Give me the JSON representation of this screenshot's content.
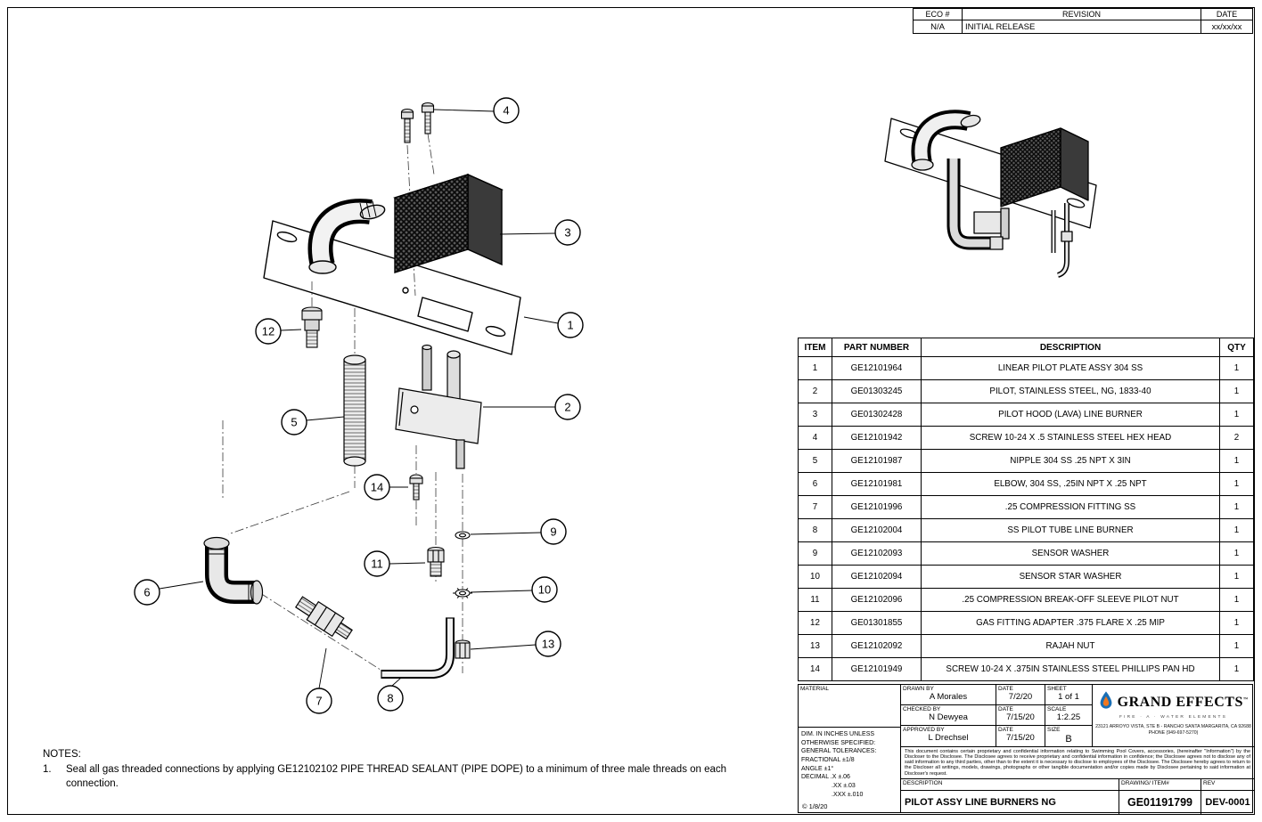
{
  "revision_table": {
    "headers": {
      "eco": "ECO #",
      "revision": "REVISION",
      "date": "DATE"
    },
    "row": {
      "eco": "N/A",
      "revision": "INITIAL RELEASE",
      "date": "xx/xx/xx"
    }
  },
  "parts_table": {
    "headers": {
      "item": "ITEM",
      "part_number": "PART NUMBER",
      "description": "DESCRIPTION",
      "qty": "QTY"
    },
    "rows": [
      {
        "item": "1",
        "part_number": "GE12101964",
        "description": "LINEAR PILOT PLATE ASSY 304 SS",
        "qty": "1"
      },
      {
        "item": "2",
        "part_number": "GE01303245",
        "description": "PILOT, STAINLESS STEEL, NG, 1833-40",
        "qty": "1"
      },
      {
        "item": "3",
        "part_number": "GE01302428",
        "description": "PILOT HOOD (LAVA) LINE BURNER",
        "qty": "1"
      },
      {
        "item": "4",
        "part_number": "GE12101942",
        "description": "SCREW 10-24 X .5 STAINLESS STEEL HEX HEAD",
        "qty": "2"
      },
      {
        "item": "5",
        "part_number": "GE12101987",
        "description": "NIPPLE 304 SS .25 NPT X 3IN",
        "qty": "1"
      },
      {
        "item": "6",
        "part_number": "GE12101981",
        "description": "ELBOW, 304 SS, .25IN NPT X .25 NPT",
        "qty": "1"
      },
      {
        "item": "7",
        "part_number": "GE12101996",
        "description": ".25 COMPRESSION FITTING SS",
        "qty": "1"
      },
      {
        "item": "8",
        "part_number": "GE12102004",
        "description": "SS PILOT TUBE LINE BURNER",
        "qty": "1"
      },
      {
        "item": "9",
        "part_number": "GE12102093",
        "description": "SENSOR WASHER",
        "qty": "1"
      },
      {
        "item": "10",
        "part_number": "GE12102094",
        "description": "SENSOR STAR WASHER",
        "qty": "1"
      },
      {
        "item": "11",
        "part_number": "GE12102096",
        "description": ".25 COMPRESSION BREAK-OFF SLEEVE PILOT NUT",
        "qty": "1"
      },
      {
        "item": "12",
        "part_number": "GE01301855",
        "description": "GAS FITTING ADAPTER .375 FLARE X .25 MIP",
        "qty": "1"
      },
      {
        "item": "13",
        "part_number": "GE12102092",
        "description": "RAJAH NUT",
        "qty": "1"
      },
      {
        "item": "14",
        "part_number": "GE12101949",
        "description": "SCREW 10-24 X .375IN STAINLESS STEEL PHILLIPS PAN HD",
        "qty": "1"
      }
    ]
  },
  "balloons": {
    "b1": "1",
    "b2": "2",
    "b3": "3",
    "b4": "4",
    "b5": "5",
    "b6": "6",
    "b7": "7",
    "b8": "8",
    "b9": "9",
    "b10": "10",
    "b11": "11",
    "b12": "12",
    "b13": "13",
    "b14": "14"
  },
  "title_block": {
    "material_label": "MATERIAL",
    "drawn_by_label": "DRAWN BY",
    "drawn_by": "A Morales",
    "drawn_date_label": "DATE",
    "drawn_date": "7/2/20",
    "sheet_label": "SHEET",
    "sheet": "1 of 1",
    "checked_by_label": "CHECKED BY",
    "checked_by": "N Dewyea",
    "checked_date_label": "DATE",
    "checked_date": "7/15/20",
    "scale_label": "SCALE",
    "scale": "1:2.25",
    "approved_by_label": "APPROVED BY",
    "approved_by": "L Drechsel",
    "approved_date_label": "DATE",
    "approved_date": "7/15/20",
    "size_label": "SIZE",
    "size": "B",
    "company_name": "GRAND EFFECTS",
    "company_mark": "™",
    "company_tagline": "FIRE · A · WATER ELEMENTS",
    "company_address": "23121 ARROYO VISTA, STE B - RANCHO SANTA MARGARITA, CA 92688",
    "company_phone": "PHONE (949-697-5270)",
    "disclaimer": "This document contains certain proprietary and confidential information relating to Swimming Pool Covers, accessories, (hereinafter \"Information\") by the Discloser to the Disclosee. The Disclosee agrees to receive proprietary and confidential information in confidence; the Disclosee agrees not to disclose any of said information to any third parties, other than to the extent it is necessary to disclose to employees of the Disclosee. The Disclosee hereby agrees to return to the Discloser all writings, models, drawings, photographs or other tangible documentation and/or copies made by Disclosee pertaining to said information at Discloser's request.",
    "tolerance_lines": [
      "DIM. IN INCHES UNLESS",
      "OTHERWISE SPECIFIED:",
      "GENERAL TOLERANCES:",
      "FRACTIONAL  ±1/8",
      "ANGLE  ±1°",
      "DECIMAL    .X  ±.06",
      ".XX  ±.03",
      ".XXX  ±.010"
    ],
    "copyright": "© 1/8/20",
    "description_label": "DESCRIPTION",
    "description": "PILOT ASSY LINE BURNERS NG",
    "drawing_label": "DRAWING/ ITEM#",
    "drawing_number": "GE01191799",
    "rev_label": "REV",
    "rev": "DEV-0001"
  },
  "notes": {
    "heading": "NOTES:",
    "n1_index": "1.",
    "n1_text": "Seal all gas threaded connections by applying GE12102102 PIPE THREAD SEALANT (PIPE DOPE) to a minimum of three male threads on each connection."
  }
}
